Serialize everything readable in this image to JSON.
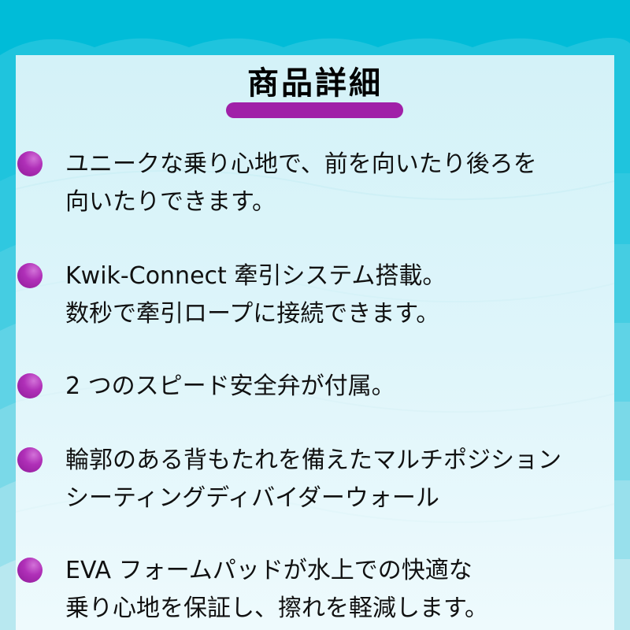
{
  "heading": {
    "title": "商品詳細",
    "underline_color": "#a020a8"
  },
  "colors": {
    "background": "#00bcd8",
    "panel": "#d4f2f8",
    "bullet": "#a020a8",
    "text": "#111111"
  },
  "features": [
    {
      "line1": "ユニークな乗り心地で、前を向いたり後ろを",
      "line2": "向いたりできます。"
    },
    {
      "line1": "Kwik-Connect 牽引システム搭載。",
      "line2": "数秒で牽引ロープに接続できます。"
    },
    {
      "line1": "2 つのスピード安全弁が付属。",
      "line2": ""
    },
    {
      "line1": "輪郭のある背もたれを備えたマルチポジション",
      "line2": "シーティングディバイダーウォール"
    },
    {
      "line1": "EVA フォームパッドが水上での快適な",
      "line2": "乗り心地を保証し、擦れを軽減します。"
    }
  ]
}
